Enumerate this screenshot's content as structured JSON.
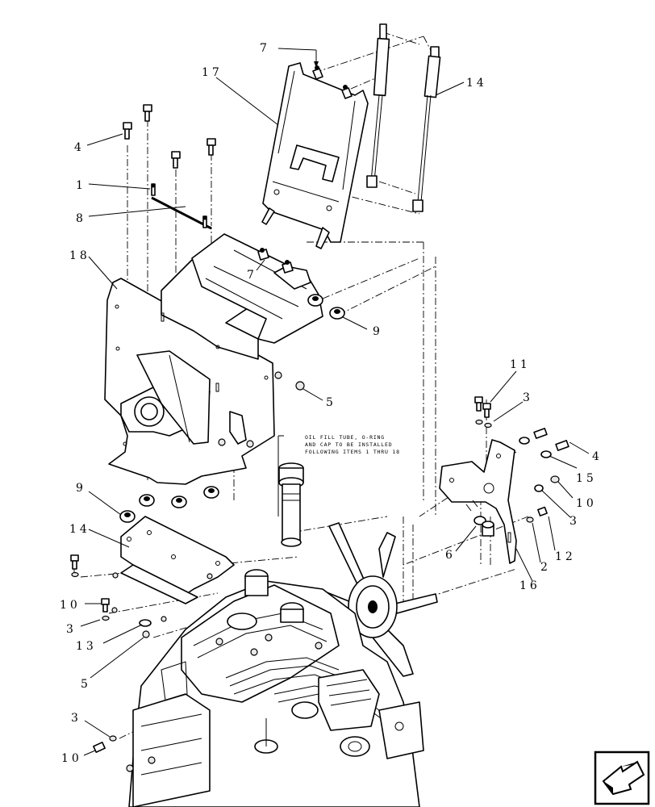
{
  "callouts": [
    {
      "id": "c1",
      "label": "1"
    },
    {
      "id": "c2",
      "label": "2"
    },
    {
      "id": "c3a",
      "label": "3"
    },
    {
      "id": "c3b",
      "label": "3"
    },
    {
      "id": "c3c",
      "label": "3"
    },
    {
      "id": "c3d",
      "label": "3"
    },
    {
      "id": "c4a",
      "label": "4"
    },
    {
      "id": "c4b",
      "label": "4"
    },
    {
      "id": "c5a",
      "label": "5"
    },
    {
      "id": "c5b",
      "label": "5"
    },
    {
      "id": "c6",
      "label": "6"
    },
    {
      "id": "c7a",
      "label": "7"
    },
    {
      "id": "c7b",
      "label": "7"
    },
    {
      "id": "c8",
      "label": "8"
    },
    {
      "id": "c9a",
      "label": "9"
    },
    {
      "id": "c9b",
      "label": "9"
    },
    {
      "id": "c10a",
      "label": "10"
    },
    {
      "id": "c10b",
      "label": "10"
    },
    {
      "id": "c10c",
      "label": "10"
    },
    {
      "id": "c11",
      "label": "11"
    },
    {
      "id": "c12",
      "label": "12"
    },
    {
      "id": "c13",
      "label": "13"
    },
    {
      "id": "c14a",
      "label": "14"
    },
    {
      "id": "c14b",
      "label": "14"
    },
    {
      "id": "c15",
      "label": "15"
    },
    {
      "id": "c16",
      "label": "16"
    },
    {
      "id": "c17",
      "label": "17"
    },
    {
      "id": "c18",
      "label": "18"
    }
  ],
  "note": {
    "line1": "OIL FILL TUBE, O-RING",
    "line2": "AND CAP TO BE INSTALLED",
    "line3": "FOLLOWING ITEMS 1 THRU 18"
  },
  "icons": {
    "nav": "next-page-arrow-icon"
  }
}
